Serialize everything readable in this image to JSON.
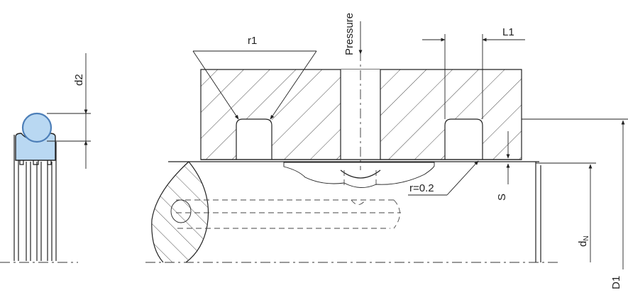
{
  "labels": {
    "pressure": "Pressure",
    "r1": "r1",
    "l1": "L1",
    "d2": "d2",
    "r_fillet": "r=0.2",
    "s": "S",
    "dn_main": "d",
    "dn_sub": "N",
    "d1": "D1"
  },
  "colors": {
    "oring_fill": "#b9d8f2",
    "oring_stroke": "#4d7fb8",
    "ring_fill": "#b9d8f2",
    "line": "#222222"
  }
}
